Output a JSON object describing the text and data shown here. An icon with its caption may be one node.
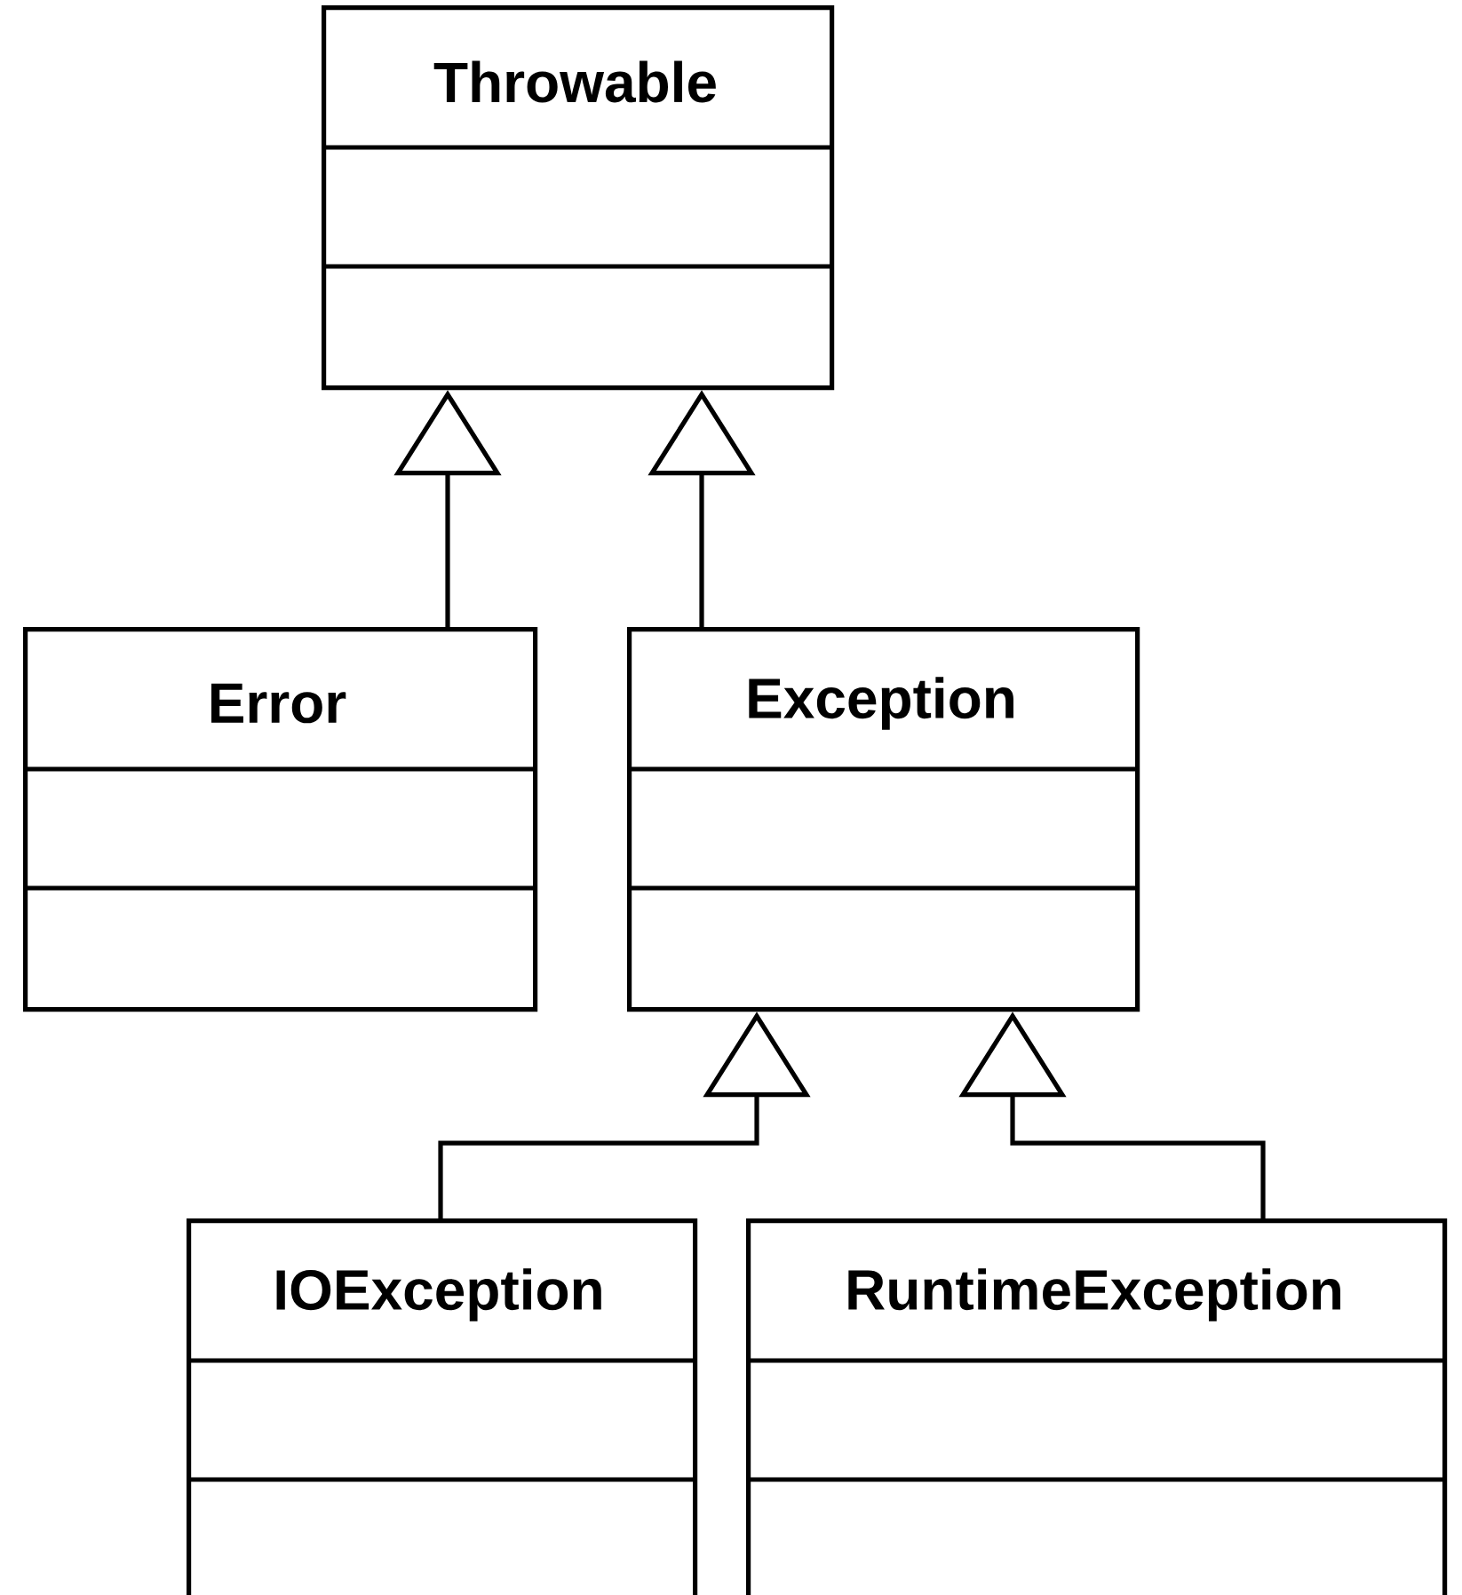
{
  "diagram": {
    "nodes": [
      {
        "text": [
          "Throwable"
        ]
      },
      {
        "text": [
          "Error"
        ]
      },
      {
        "text": [
          "Exception"
        ]
      },
      {
        "text": [
          "IOException"
        ]
      },
      {
        "text": [
          "RuntimeException"
        ]
      }
    ],
    "edges": [
      {
        "from": 1,
        "to": 0,
        "arrow": "to"
      },
      {
        "from": 2,
        "to": 0,
        "arrow": "to"
      },
      {
        "from": 3,
        "to": 2,
        "arrow": "to"
      },
      {
        "from": 4,
        "to": 2,
        "arrow": "to"
      }
    ]
  }
}
